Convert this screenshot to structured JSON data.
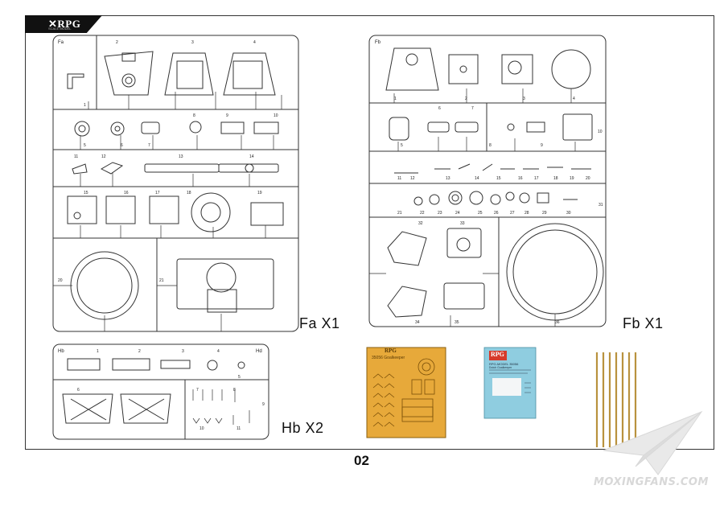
{
  "brand": {
    "logo_text": "RPG",
    "logo_subtext": "SCALE MODEL"
  },
  "page_number": "02",
  "watermark": "MOXINGFANS.COM",
  "sprues": {
    "fa": {
      "tag": "Fa",
      "label": "Fa X1",
      "parts": [
        "1",
        "2",
        "3",
        "4",
        "5",
        "6",
        "7",
        "8",
        "9",
        "10",
        "11",
        "12",
        "13",
        "14",
        "15",
        "16",
        "17",
        "18",
        "19",
        "20",
        "21"
      ]
    },
    "fb": {
      "tag": "Fb",
      "label": "Fb X1",
      "parts": [
        "1",
        "2",
        "3",
        "4",
        "5",
        "6",
        "7",
        "8",
        "9",
        "10",
        "11",
        "12",
        "13",
        "14",
        "15",
        "16",
        "17",
        "18",
        "19",
        "20",
        "21",
        "22",
        "23",
        "24",
        "25",
        "26",
        "27",
        "28",
        "29",
        "30",
        "31",
        "32",
        "33",
        "34",
        "35",
        "36"
      ]
    },
    "hb": {
      "tag": "Hb",
      "label": "Hb X2",
      "tag_right": "Hd",
      "parts": [
        "1",
        "2",
        "3",
        "4",
        "5",
        "6",
        "7",
        "8",
        "9",
        "10",
        "11"
      ]
    }
  },
  "photo_etch": {
    "logo": "RPG",
    "title": "35056 Goalkeeper"
  },
  "decal": {
    "logo": "RPG",
    "line1": "RPG-MODEL 35056",
    "line2": "Dutch Goalkeeper"
  },
  "brass_barrels": {
    "count": 7
  }
}
